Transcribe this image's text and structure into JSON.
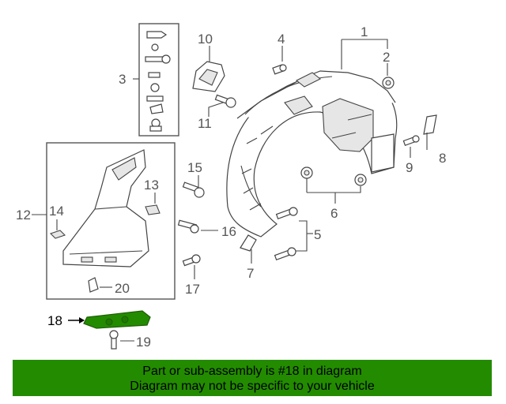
{
  "callouts": {
    "c1": "1",
    "c2": "2",
    "c3": "3",
    "c4": "4",
    "c5": "5",
    "c6": "6",
    "c7": "7",
    "c8": "8",
    "c9": "9",
    "c10": "10",
    "c11": "11",
    "c12": "12",
    "c13": "13",
    "c14": "14",
    "c15": "15",
    "c16": "16",
    "c17": "17",
    "c18": "18",
    "c19": "19",
    "c20": "20"
  },
  "highlight": {
    "part_number": "18",
    "color": "#238b00"
  },
  "banner": {
    "line1": "Part or sub-assembly is #18 in diagram",
    "line2": "Diagram may not be specific to your vehicle",
    "background": "#238b00"
  }
}
